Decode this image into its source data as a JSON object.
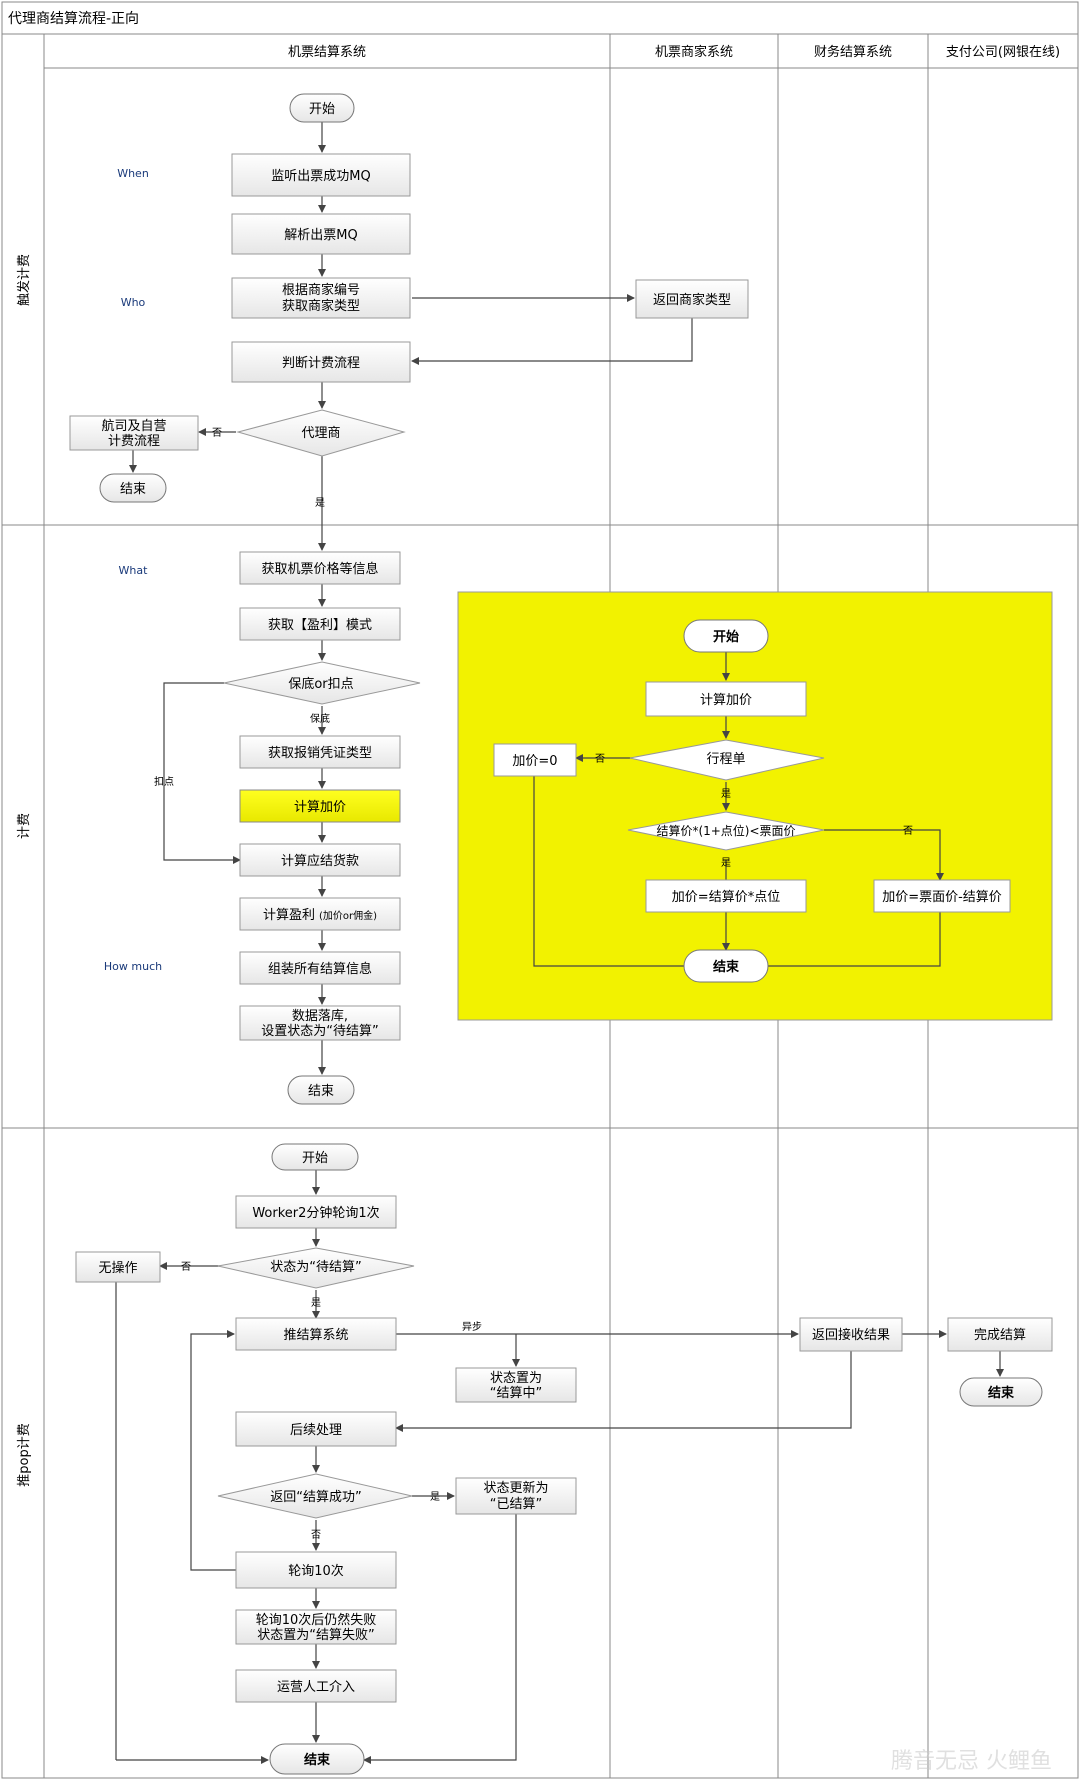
{
  "title": "代理商结算流程-正向",
  "lanes": [
    "机票结算系统",
    "机票商家系统",
    "财务结算系统",
    "支付公司(网银在线)"
  ],
  "phases": [
    "触发计费",
    "计费",
    "推pop计费"
  ],
  "annotations": {
    "when": "When",
    "who": "Who",
    "what": "What",
    "how_much": "How much"
  },
  "trigger": {
    "start": "开始",
    "listen": "监听出票成功MQ",
    "parse": "解析出票MQ",
    "get_type": [
      "根据商家编号",
      "获取商家类型"
    ],
    "return_type": "返回商家类型",
    "judge": "判断计费流程",
    "decision": "代理商",
    "airline": [
      "航司及自营",
      "计费流程"
    ],
    "end": "结束",
    "no": "否",
    "yes": "是"
  },
  "billing": {
    "get_price": "获取机票价格等信息",
    "get_mode": "获取【盈利】模式",
    "decision": "保底or扣点",
    "baodi": "保底",
    "koudian": "扣点",
    "voucher": "获取报销凭证类型",
    "markup": "计算加价",
    "payable": "计算应结货款",
    "profit_main": "计算盈利",
    "profit_sub": "(加价or佣金)",
    "assemble": "组装所有结算信息",
    "persist": [
      "数据落库,",
      "设置状态为“待结算”"
    ],
    "end": "结束"
  },
  "inset": {
    "start": "开始",
    "calc": "计算加价",
    "decision": "行程单",
    "zero": "加价=0",
    "compare": "结算价*(1+点位)<票面价",
    "formula_a": "加价=结算价*点位",
    "formula_b": "加价=票面价-结算价",
    "end": "结束",
    "no": "否",
    "yes": "是"
  },
  "push": {
    "start": "开始",
    "worker": "Worker2分钟轮询1次",
    "status_check": "状态为“待结算”",
    "noop": "无操作",
    "push_sys": "推结算系统",
    "async": "异步",
    "status_ing": [
      "状态置为",
      "“结算中”"
    ],
    "followup": "后续处理",
    "return_check": "返回“结算成功”",
    "status_done": [
      "状态更新为",
      "“已结算”"
    ],
    "retry": "轮询10次",
    "fail": [
      "轮询10次后仍然失败",
      "状态置为“结算失败”"
    ],
    "manual": "运营人工介入",
    "end": "结束",
    "receive": "返回接收结果",
    "complete": "完成结算",
    "pay_end": "结束",
    "no": "否",
    "yes": "是"
  },
  "watermark": "腾音无忌 火鲤鱼",
  "colors": {
    "inset_bg": "#f2f200",
    "highlight": "#f5f200",
    "line": "#444444",
    "annotation": "#1a3a7a"
  }
}
